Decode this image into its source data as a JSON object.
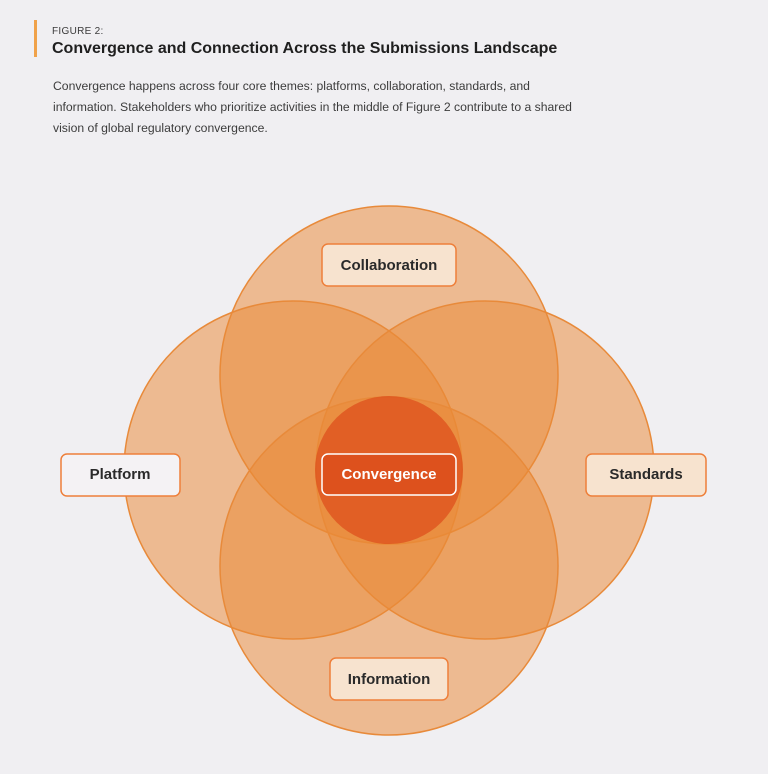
{
  "figure": {
    "label": "FIGURE 2:",
    "title": "Convergence and Connection Across the Submissions Landscape",
    "description": "Convergence happens across four core themes: platforms, collaboration, standards, and information. Stakeholders who prioritize activities in the middle of Figure 2 contribute to a shared vision of global regulatory convergence."
  },
  "diagram": {
    "themes": {
      "top": "Collaboration",
      "left": "Platform",
      "right": "Standards",
      "bottom": "Information",
      "center": "Convergence"
    },
    "colors": {
      "accent": "#f0a24a",
      "circle_fill": "#e98a38",
      "circle_stroke": "#e88a3a",
      "center_fill": "#d8380f",
      "label_bg": "#f7e3cf",
      "label_border": "#ee7f3a",
      "background": "#f0eff2"
    }
  }
}
